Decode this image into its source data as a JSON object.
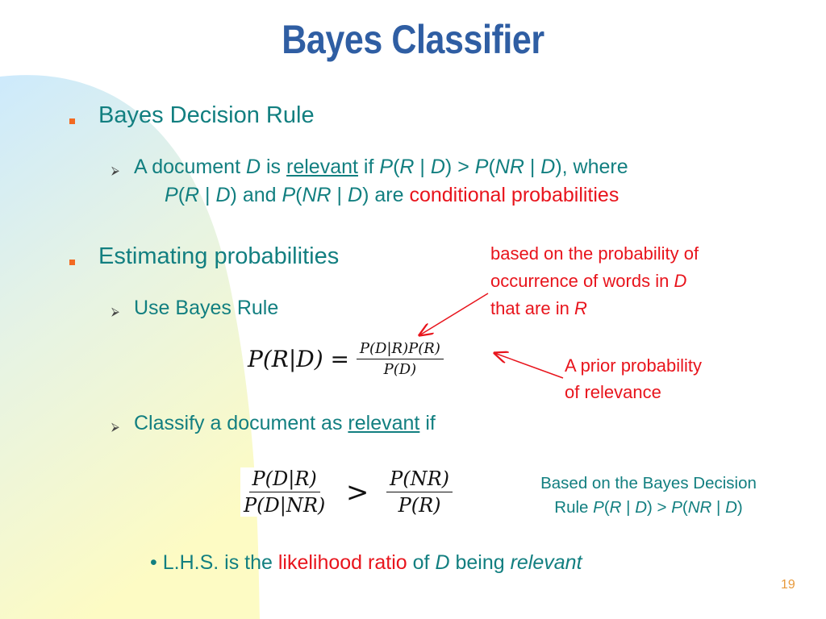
{
  "title": "Bayes Classifier",
  "bullet1": "Bayes Decision Rule",
  "sub1": {
    "a": "A document",
    "D": "D",
    "is": "is",
    "relevant": "relevant",
    "if": "if",
    "P1": "P",
    "R1": "R",
    "D1": "D",
    "gt": ">",
    "P2": "P",
    "NR2": "NR",
    "D2": "D",
    "where": ", where",
    "P3": "P",
    "R3": "R",
    "D3": "D",
    "and": "and",
    "P4": "P",
    "NR4": "NR",
    "D4": "D",
    "are": "are",
    "cond": "conditional probabilities"
  },
  "bullet2": "Estimating probabilities",
  "sub2": "Use Bayes Rule",
  "formula1": {
    "lhs": "P(R|D) =",
    "num": "P(D|R)P(R)",
    "den": "P(D)"
  },
  "note1": {
    "line1": "based on the probability of",
    "line2a": "occurrence of words in",
    "line2b": "D",
    "line3a": "that are in",
    "line3b": "R"
  },
  "note2": {
    "line1": "A prior probability",
    "line2": "of relevance"
  },
  "sub3": {
    "a": "Classify a document as",
    "relevant": "relevant",
    "if": "if"
  },
  "formula2": {
    "num1": "P(D|R)",
    "den1": "P(D|NR)",
    "gt": ">",
    "num2": "P(NR)",
    "den2": "P(R)"
  },
  "note3": {
    "line1": "Based on the Bayes Decision",
    "line2a": "Rule",
    "P1": "P",
    "R1": "R",
    "D1": "D",
    "gt": ">",
    "P2": "P",
    "NR2": "NR",
    "D2": "D"
  },
  "bullet3": {
    "dot": "•",
    "a": "L.H.S. is the",
    "lr": "likelihood ratio",
    "of": "of",
    "D": "D",
    "being": "being",
    "relevant": "relevant"
  },
  "page_number": "19",
  "colors": {
    "title": "#2f5ea3",
    "text": "#127f80",
    "accent": "#e8141c",
    "bullet": "#f26a22"
  }
}
